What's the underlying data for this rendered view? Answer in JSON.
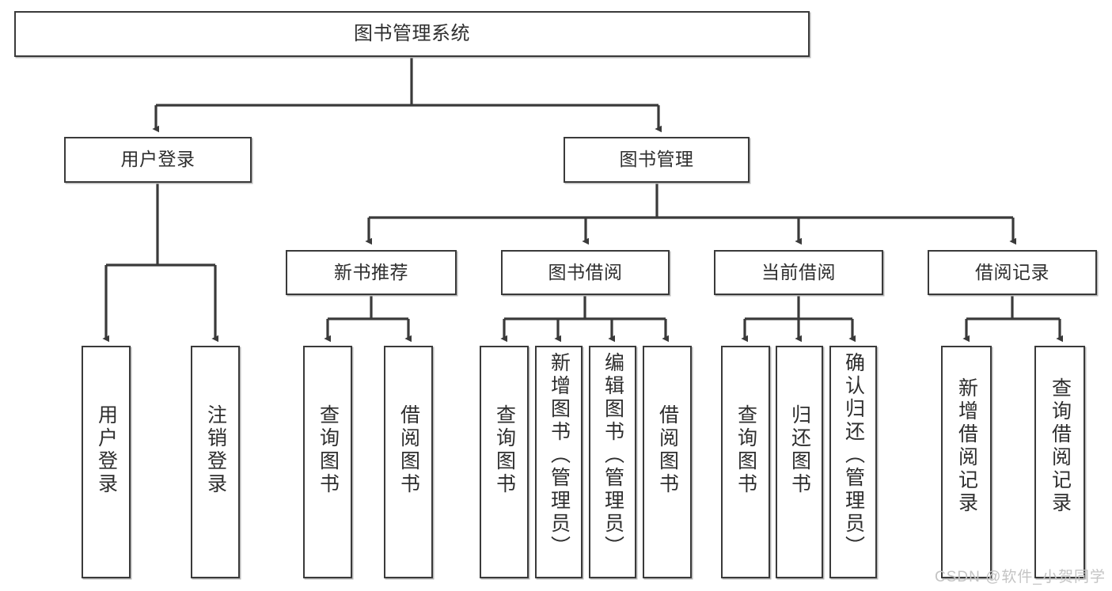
{
  "diagram": {
    "title": "图书管理系统",
    "type": "tree-hierarchy-diagram",
    "colors": {
      "box_border": "#3a3a3a",
      "box_fill": "#ffffff",
      "connector": "#3a3a3a",
      "text": "#2e2e2e",
      "watermark": "#c4c4c4"
    }
  },
  "nodes": {
    "root": {
      "label": "图书管理系统"
    },
    "level1": [
      {
        "id": "user-login",
        "label": "用户登录"
      },
      {
        "id": "book-management",
        "label": "图书管理"
      }
    ],
    "level2": [
      {
        "id": "new-book-recommend",
        "label": "新书推荐"
      },
      {
        "id": "book-borrow",
        "label": "图书借阅"
      },
      {
        "id": "current-borrow",
        "label": "当前借阅"
      },
      {
        "id": "borrow-record",
        "label": "借阅记录"
      }
    ],
    "leaves": [
      {
        "id": "leaf-user-login",
        "label": "用户登录"
      },
      {
        "id": "leaf-logout-login",
        "label": "注销登录"
      },
      {
        "id": "leaf-query-book-1",
        "label": "查询图书"
      },
      {
        "id": "leaf-borrow-book-1",
        "label": "借阅图书"
      },
      {
        "id": "leaf-query-book-2",
        "label": "查询图书"
      },
      {
        "id": "leaf-add-book-admin",
        "label": "新增图书（管理员）"
      },
      {
        "id": "leaf-edit-book-admin",
        "label": "编辑图书（管理员）"
      },
      {
        "id": "leaf-borrow-book-2",
        "label": "借阅图书"
      },
      {
        "id": "leaf-query-book-3",
        "label": "查询图书"
      },
      {
        "id": "leaf-return-book",
        "label": "归还图书"
      },
      {
        "id": "leaf-confirm-return-admin",
        "label": "确认归还（管理员）"
      },
      {
        "id": "leaf-add-borrow-record",
        "label": "新增借阅记录"
      },
      {
        "id": "leaf-query-borrow-record",
        "label": "查询借阅记录"
      }
    ]
  },
  "watermark": {
    "text": "CSDN @软件_小贺同学"
  }
}
